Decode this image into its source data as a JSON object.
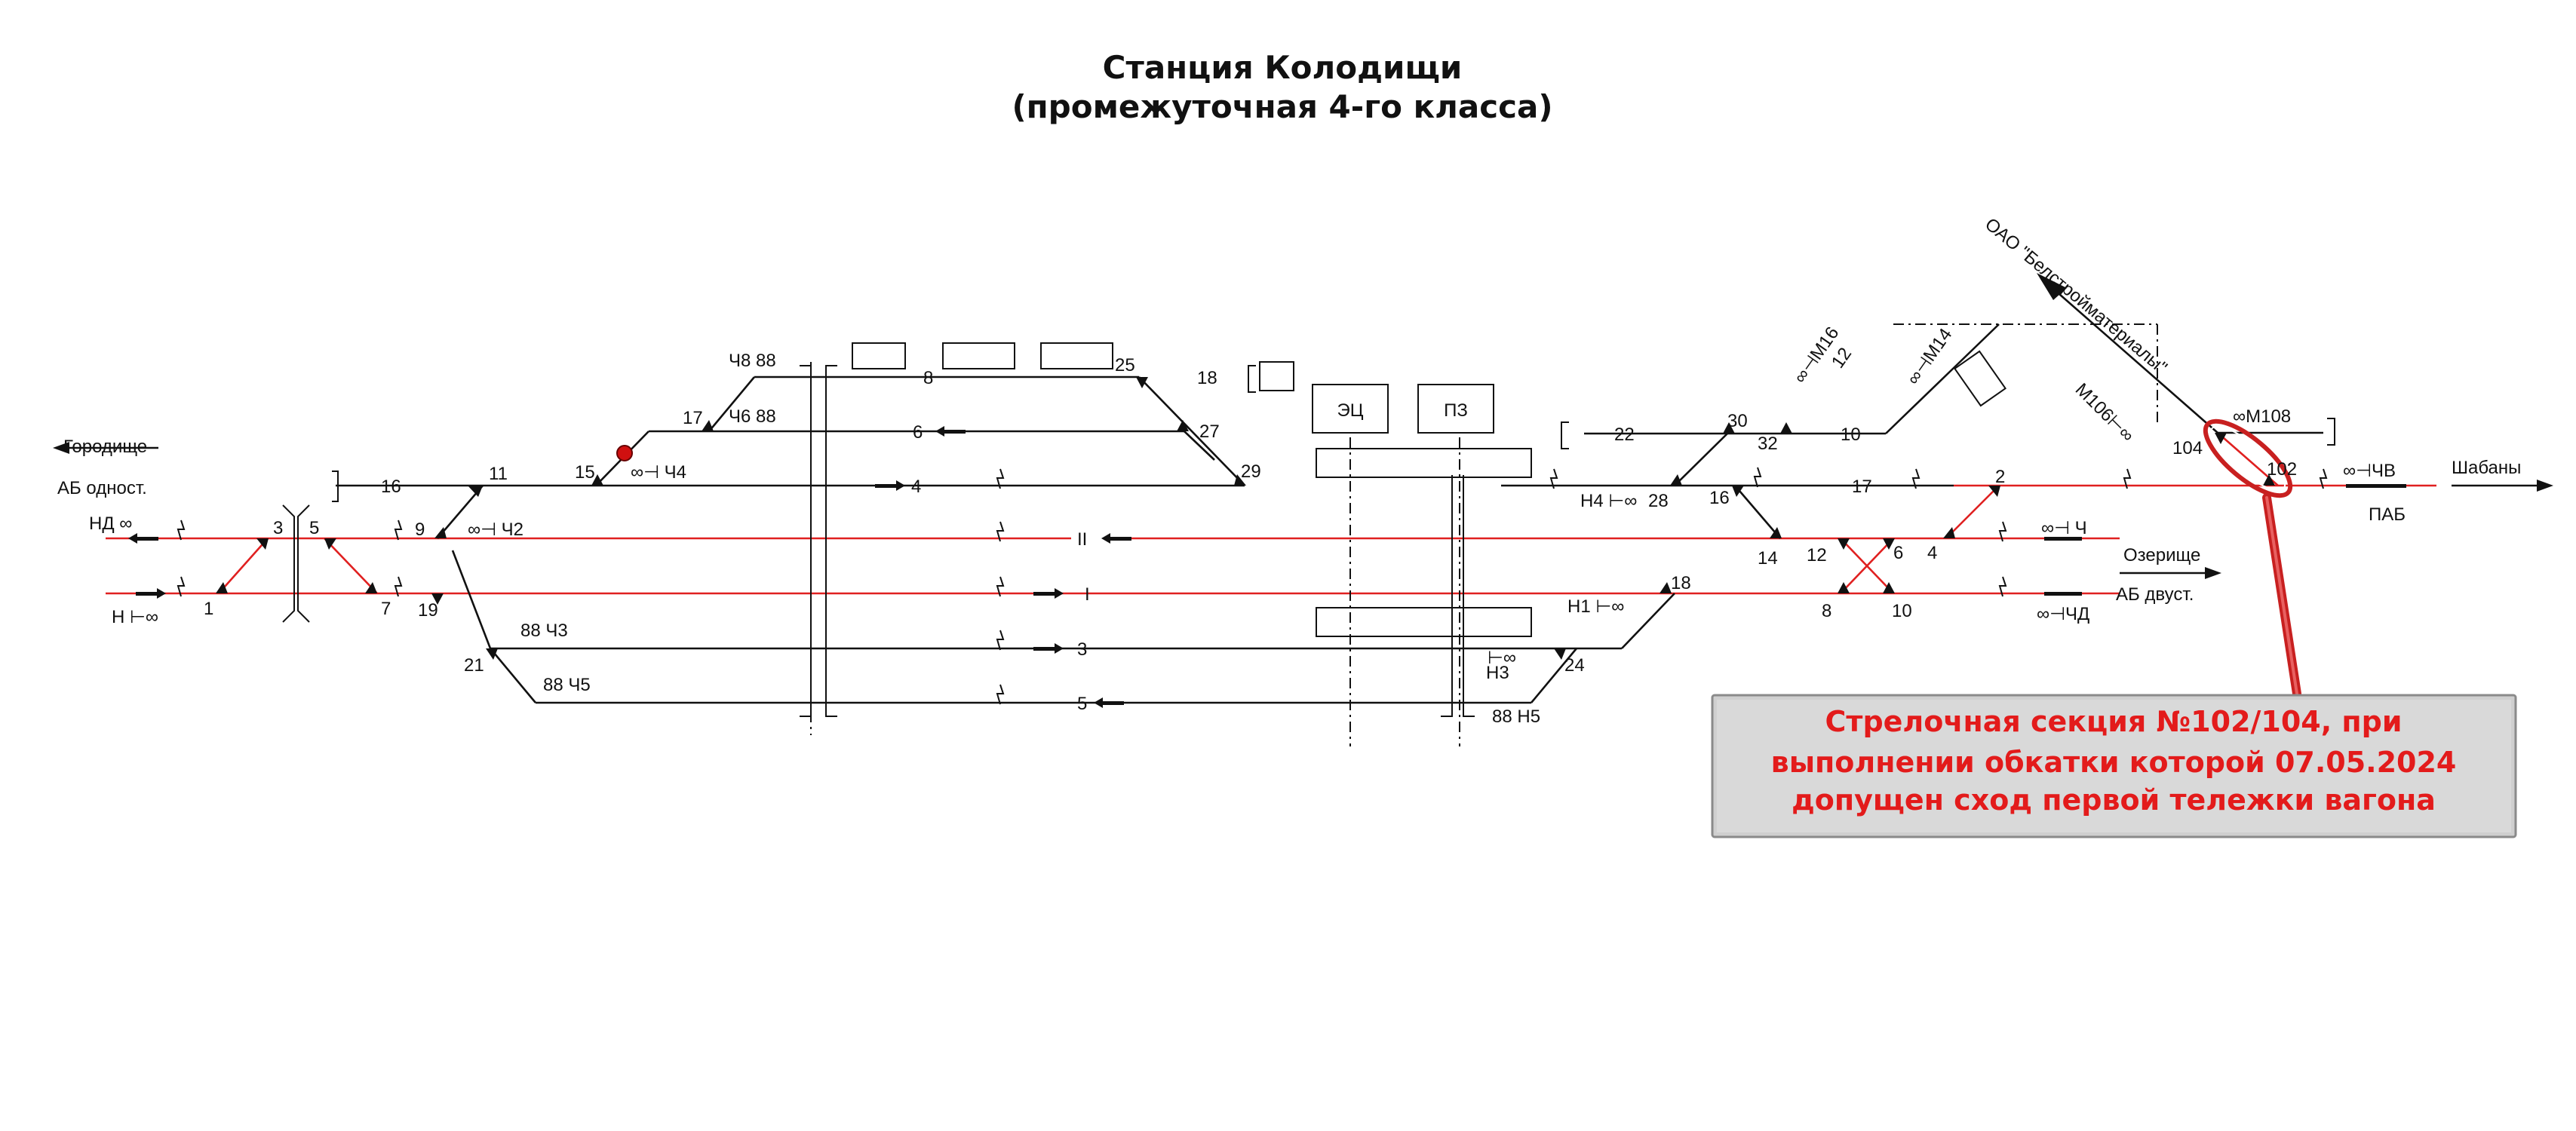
{
  "title": {
    "line1": "Станция Колодищи",
    "line2": "(промежуточная 4-го класса)"
  },
  "directions": {
    "left_top": "Городище",
    "left_block": "АБ одност.",
    "right_top": "Шабаны",
    "right_block": "ПАБ",
    "right_mid": "Озерище",
    "right_mid_block": "АБ двуст.",
    "siding_name": "ОАО \"Белстройматериалы\""
  },
  "tracks": [
    "II",
    "I",
    "3",
    "4",
    "5",
    "6",
    "8",
    "16",
    "17",
    "18",
    "22",
    "10"
  ],
  "switches": [
    "1",
    "2",
    "3",
    "4",
    "5",
    "6",
    "7",
    "8",
    "9",
    "10",
    "11",
    "12",
    "14",
    "15",
    "16",
    "17",
    "18",
    "19",
    "21",
    "24",
    "25",
    "27",
    "28",
    "29",
    "30",
    "32",
    "102",
    "104"
  ],
  "signals": [
    "НД",
    "Н",
    "Ч2",
    "Ч3",
    "Ч4",
    "Ч5",
    "Ч6",
    "Ч8",
    "Н1",
    "Н3",
    "Н4",
    "Н5",
    "Ч",
    "ЧД",
    "ЧВ",
    "М106",
    "М108",
    "М14",
    "М16"
  ],
  "buildings": {
    "ec": "ЭЦ",
    "pz": "ПЗ"
  },
  "callout": {
    "line1": "Стрелочная секция №102/104, при",
    "line2": "выполнении обкатки которой 07.05.2024",
    "line3": "допущен сход первой тележки вагона"
  },
  "colors": {
    "track": "#111111",
    "highlight": "#e02020",
    "callout_bg": "#d4d4d4",
    "callout_text": "#e31b1b"
  }
}
